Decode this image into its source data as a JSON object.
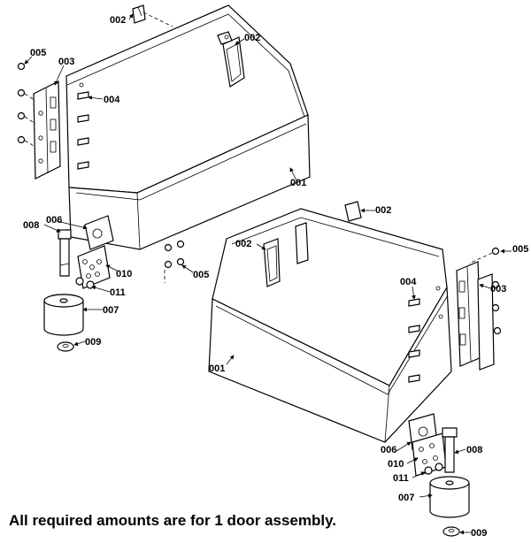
{
  "labels": {
    "p001": "001",
    "p002": "002",
    "p003": "003",
    "p004": "004",
    "p005": "005",
    "p006": "006",
    "p007": "007",
    "p008": "008",
    "p009": "009",
    "p010": "010",
    "p011": "011"
  },
  "note": "All required amounts are for 1 door assembly."
}
